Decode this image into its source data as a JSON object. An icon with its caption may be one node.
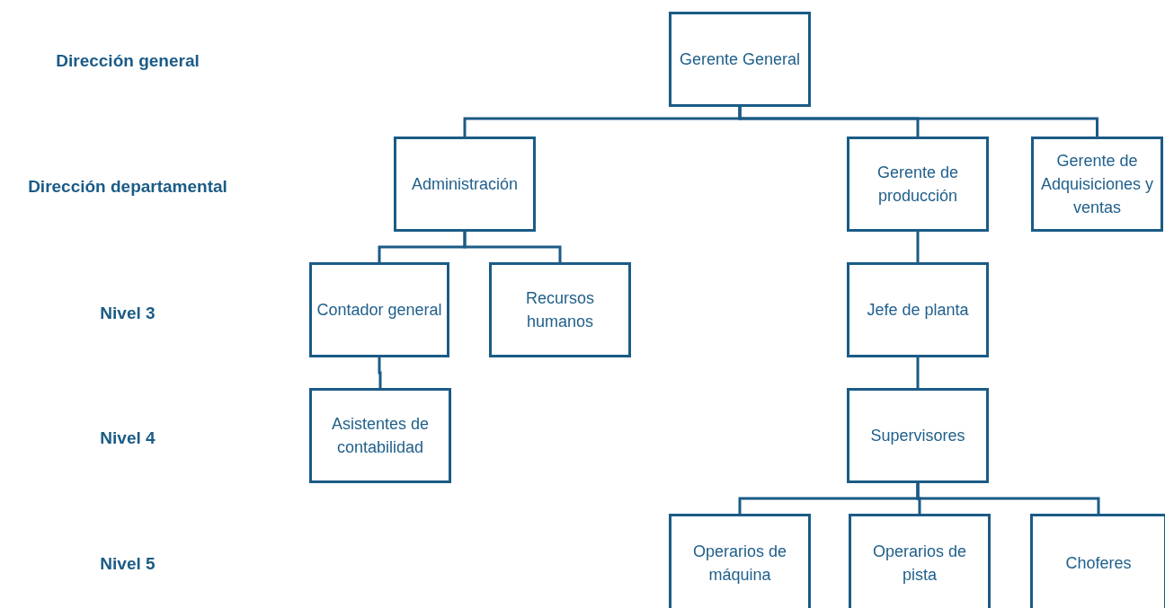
{
  "diagram": {
    "nodes": [
      {
        "text": [
          "Gerente General"
        ]
      },
      {
        "text": [
          "Administración"
        ]
      },
      {
        "text": [
          "Gerente de producción"
        ]
      },
      {
        "text": [
          "Gerente de Adquisiciones y ventas"
        ]
      },
      {
        "text": [
          "Contador general"
        ]
      },
      {
        "text": [
          "Recursos humanos"
        ]
      },
      {
        "text": [
          "Jefe de planta"
        ]
      },
      {
        "text": [
          "Asistentes de contabilidad"
        ]
      },
      {
        "text": [
          "Supervisores"
        ]
      },
      {
        "text": [
          "Operarios de máquina"
        ]
      },
      {
        "text": [
          "Operarios de pista"
        ]
      },
      {
        "text": [
          "Choferes"
        ]
      }
    ],
    "edges": [
      {
        "from": 0,
        "to": 1,
        "arrow": "none"
      },
      {
        "from": 0,
        "to": 2,
        "arrow": "none"
      },
      {
        "from": 0,
        "to": 3,
        "arrow": "none"
      },
      {
        "from": 1,
        "to": 4,
        "arrow": "none"
      },
      {
        "from": 1,
        "to": 5,
        "arrow": "none"
      },
      {
        "from": 2,
        "to": 6,
        "arrow": "none"
      },
      {
        "from": 4,
        "to": 7,
        "arrow": "none"
      },
      {
        "from": 6,
        "to": 8,
        "arrow": "none"
      },
      {
        "from": 8,
        "to": 9,
        "arrow": "none"
      },
      {
        "from": 8,
        "to": 10,
        "arrow": "none"
      },
      {
        "from": 8,
        "to": 11,
        "arrow": "none"
      }
    ],
    "labels": [
      "Dirección general",
      "Dirección departamental",
      "Nivel 3",
      "Nivel 4",
      "Nivel 5"
    ]
  }
}
